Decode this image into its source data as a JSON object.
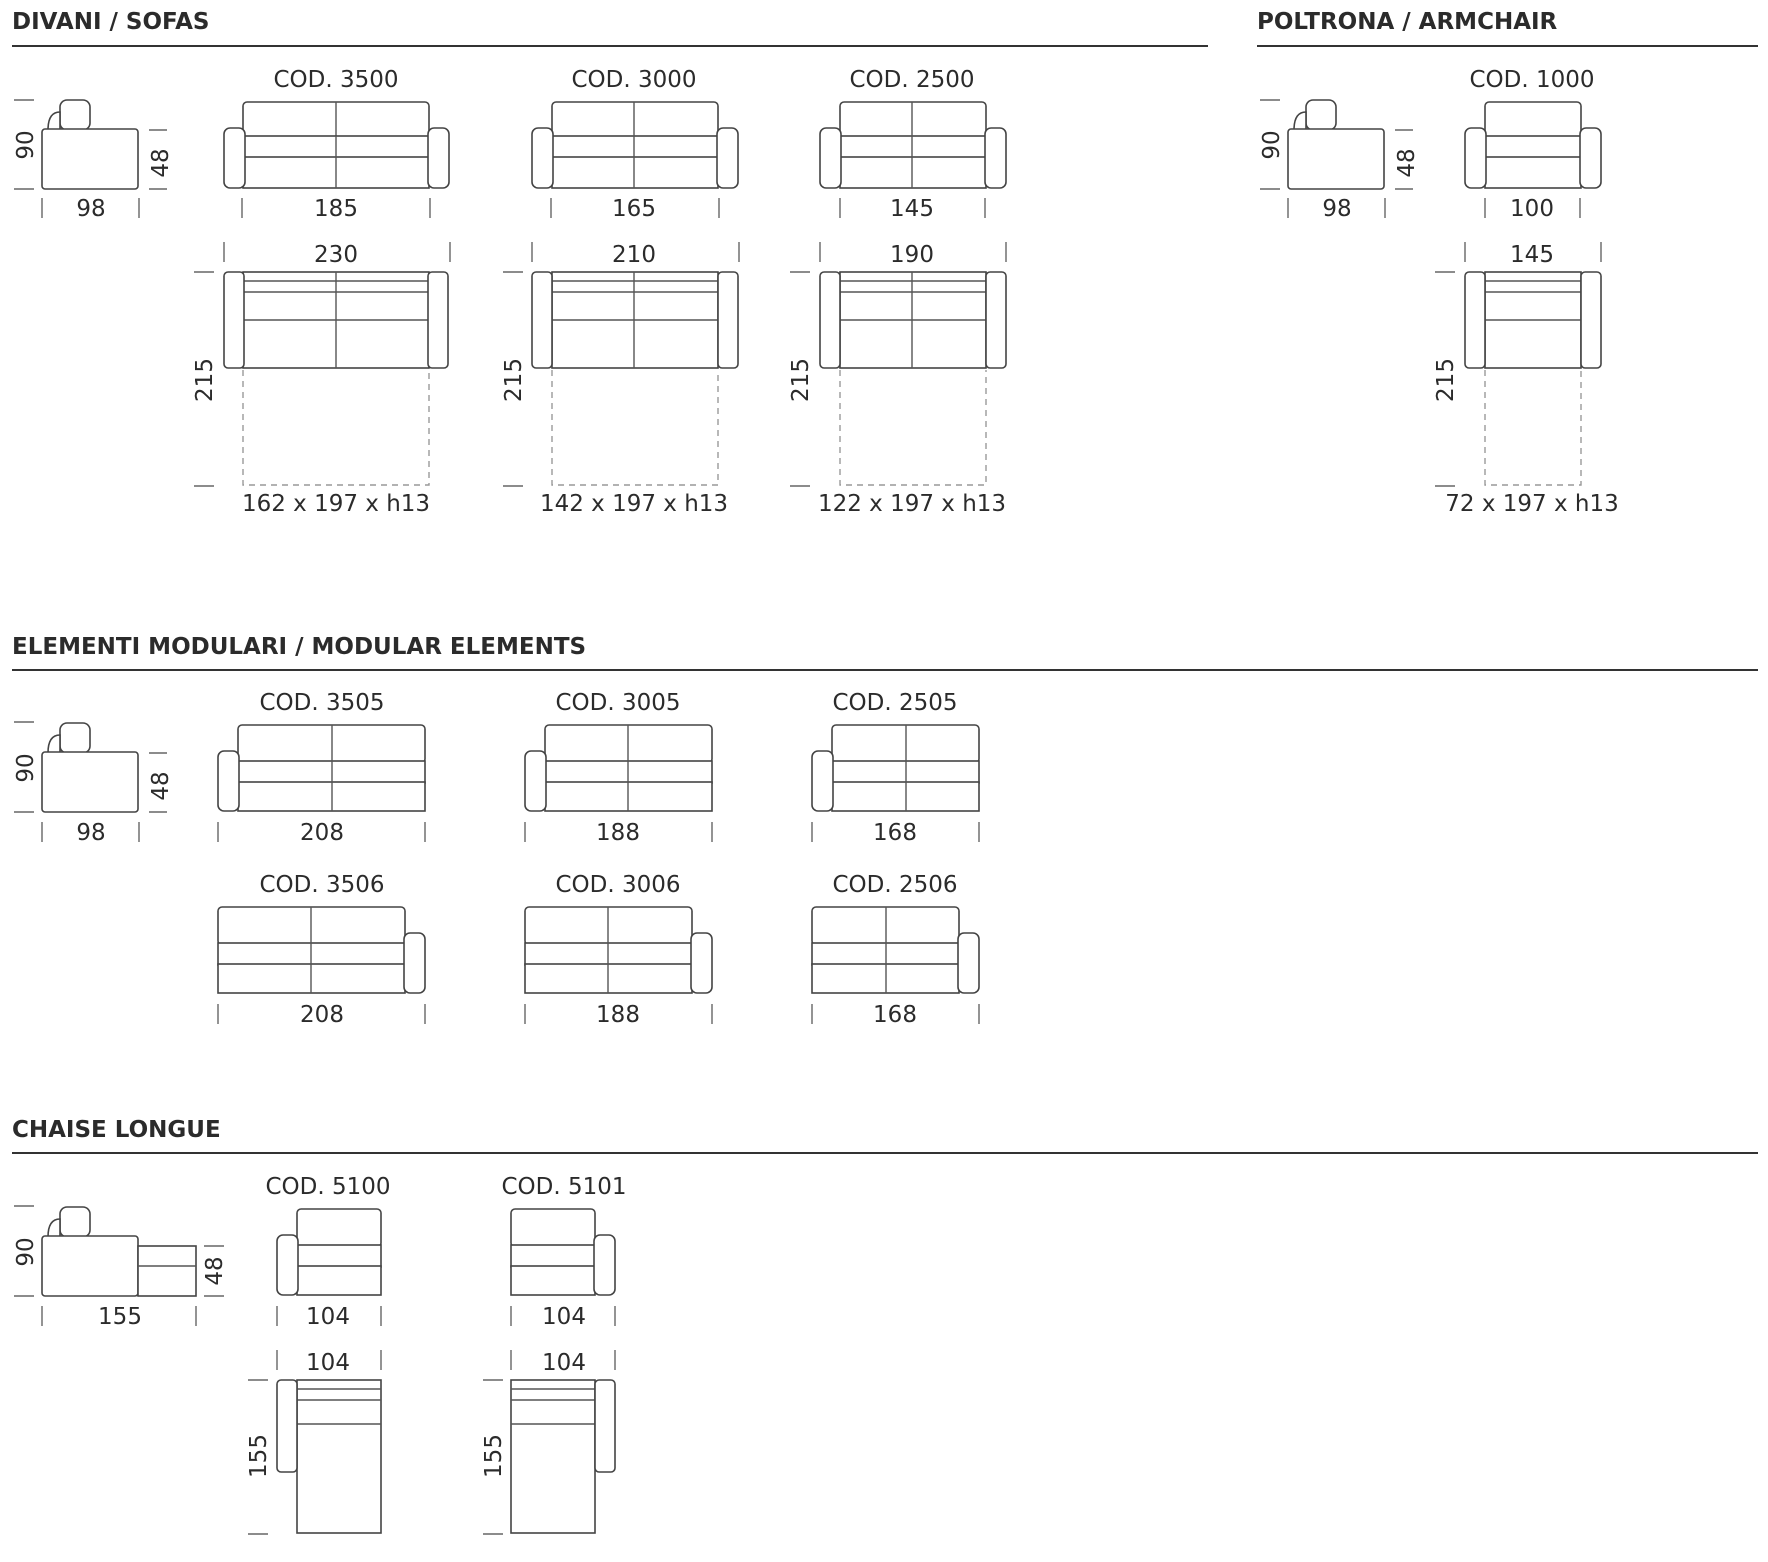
{
  "sections": {
    "sofas": {
      "title": "DIVANI / SOFAS"
    },
    "armchair": {
      "title": "POLTRONA / ARMCHAIR"
    },
    "modular": {
      "title": "ELEMENTI MODULARI / MODULAR ELEMENTS"
    },
    "chaise": {
      "title": "CHAISE LONGUE"
    }
  },
  "side_views": {
    "sofas": {
      "height": "90",
      "seat": "48",
      "depth": "98"
    },
    "armchair": {
      "height": "90",
      "seat": "48",
      "depth": "98"
    },
    "modular": {
      "height": "90",
      "seat": "48",
      "depth": "98"
    },
    "chaise": {
      "height": "90",
      "seat": "48",
      "depth": "155"
    }
  },
  "sofas": [
    {
      "code": "COD. 3500",
      "width": "185",
      "open_width": "230",
      "open_depth": "215",
      "mattress": "162 x 197 x h13"
    },
    {
      "code": "COD. 3000",
      "width": "165",
      "open_width": "210",
      "open_depth": "215",
      "mattress": "142 x 197 x h13"
    },
    {
      "code": "COD. 2500",
      "width": "145",
      "open_width": "190",
      "open_depth": "215",
      "mattress": "122 x 197 x h13"
    }
  ],
  "armchair": {
    "code": "COD. 1000",
    "width": "100",
    "open_width": "145",
    "open_depth": "215",
    "mattress": "72 x 197 x h13"
  },
  "modular": [
    {
      "code": "COD. 3505",
      "width": "208"
    },
    {
      "code": "COD. 3005",
      "width": "188"
    },
    {
      "code": "COD. 2505",
      "width": "168"
    },
    {
      "code": "COD. 3506",
      "width": "208"
    },
    {
      "code": "COD. 3006",
      "width": "188"
    },
    {
      "code": "COD. 2506",
      "width": "168"
    }
  ],
  "chaise": [
    {
      "code": "COD. 5100",
      "width": "104",
      "top_width": "104",
      "length": "155"
    },
    {
      "code": "COD. 5101",
      "width": "104",
      "top_width": "104",
      "length": "155"
    }
  ]
}
